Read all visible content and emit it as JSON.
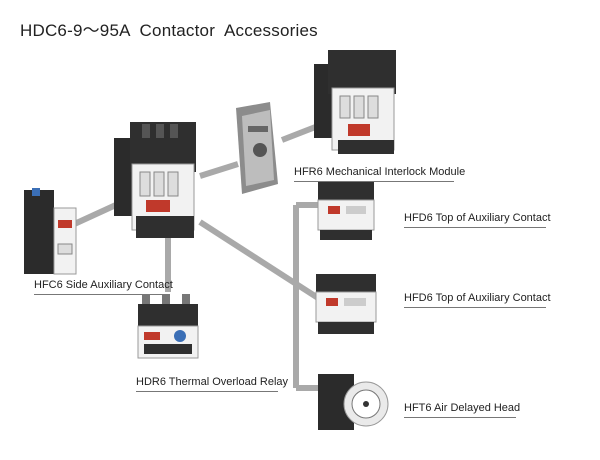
{
  "title": "HDC6-9～95A  Contactor  Accessories",
  "labels": {
    "mechanical_interlock": "HFR6 Mechanical Interlock Module",
    "top_aux_1": "HFD6 Top of Auxiliary Contact",
    "top_aux_2": "HFD6 Top of Auxiliary Contact",
    "side_aux": "HFC6 Side Auxiliary Contact",
    "thermal_relay": "HDR6 Thermal Overload Relay",
    "air_delayed_head": "HFT6 Air Delayed Head"
  },
  "colors": {
    "connector": "#a9a9a9",
    "device_body": "#f2f2f2",
    "device_dark": "#2b2b2b",
    "contact_red": "#c0392b",
    "relay_blue": "#3b6fb6"
  }
}
